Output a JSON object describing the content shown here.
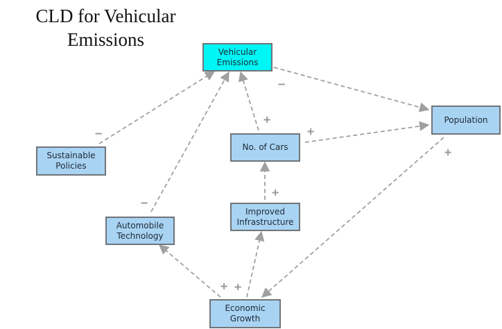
{
  "title": "CLD for Vehicular\nEmissions",
  "colors": {
    "node_fill": "#a9d3f3",
    "highlight_fill": "#00f5f5",
    "node_border": "#6f7478",
    "edge": "#a0a0a0",
    "sign": "#9a9a9a"
  },
  "nodes": {
    "vehicular_emissions": "Vehicular\nEmissions",
    "population": "Population",
    "sustainable_policies": "Sustainable\nPolicies",
    "no_of_cars": "No. of Cars",
    "improved_infrastructure": "Improved\nInfrastructure",
    "automobile_technology": "Automobile\nTechnology",
    "economic_growth": "Economic\nGrowth"
  },
  "links": [
    {
      "from": "Vehicular Emissions",
      "to": "Population",
      "polarity": "−"
    },
    {
      "from": "Sustainable Policies",
      "to": "Vehicular Emissions",
      "polarity": "−"
    },
    {
      "from": "No. of Cars",
      "to": "Vehicular Emissions",
      "polarity": "+"
    },
    {
      "from": "No. of Cars",
      "to": "Population",
      "polarity": "+"
    },
    {
      "from": "Improved Infrastructure",
      "to": "No. of Cars",
      "polarity": "+"
    },
    {
      "from": "Automobile Technology",
      "to": "Vehicular Emissions",
      "polarity": "−"
    },
    {
      "from": "Population",
      "to": "Economic Growth",
      "polarity": "+"
    },
    {
      "from": "Economic Growth",
      "to": "Automobile Technology",
      "polarity": "+"
    },
    {
      "from": "Economic Growth",
      "to": "Improved Infrastructure",
      "polarity": "+"
    }
  ]
}
